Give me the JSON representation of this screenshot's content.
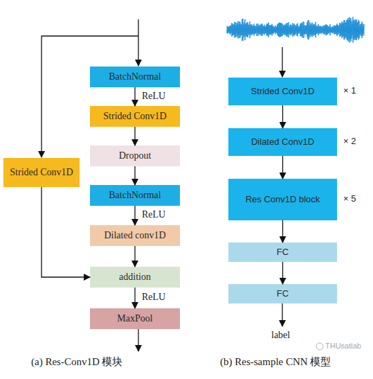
{
  "diagram": {
    "nodes": [
      {
        "text": [
          "BatchNormal"
        ]
      },
      {
        "text": [
          "Strided Conv1D"
        ]
      },
      {
        "text": [
          "Dropout"
        ]
      },
      {
        "text": [
          "BatchNormal"
        ]
      },
      {
        "text": [
          "Dilated conv1D"
        ]
      },
      {
        "text": [
          "addition"
        ]
      },
      {
        "text": [
          "MaxPool"
        ]
      },
      {
        "text": [
          "Strided Conv1D"
        ]
      },
      {
        "text": [
          "Strided Conv1D"
        ]
      },
      {
        "text": [
          "Dilated Conv1D"
        ]
      },
      {
        "text": [
          "Res Conv1D block"
        ]
      },
      {
        "text": [
          "FC"
        ]
      },
      {
        "text": [
          "FC"
        ]
      }
    ],
    "edges": [
      {
        "from": 0,
        "to": 1,
        "arrow": "to",
        "label": "ReLU"
      },
      {
        "from": 1,
        "to": 2,
        "arrow": "to"
      },
      {
        "from": 2,
        "to": 3,
        "arrow": "to"
      },
      {
        "from": 3,
        "to": 4,
        "arrow": "to",
        "label": "ReLU"
      },
      {
        "from": 4,
        "to": 5,
        "arrow": "to"
      },
      {
        "from": 5,
        "to": 6,
        "arrow": "to",
        "label": "ReLU"
      },
      {
        "from": 7,
        "to": 5,
        "arrow": "to"
      },
      {
        "from": 8,
        "to": 9,
        "arrow": "to"
      },
      {
        "from": 9,
        "to": 10,
        "arrow": "to"
      },
      {
        "from": 10,
        "to": 11,
        "arrow": "to"
      },
      {
        "from": 11,
        "to": 12,
        "arrow": "to"
      }
    ],
    "labels": [
      "× 1",
      "× 2",
      "× 5",
      "label",
      "(a) Res-Conv1D 模块",
      "(b) Res-sample CNN 模型",
      "THUsatlab"
    ]
  }
}
